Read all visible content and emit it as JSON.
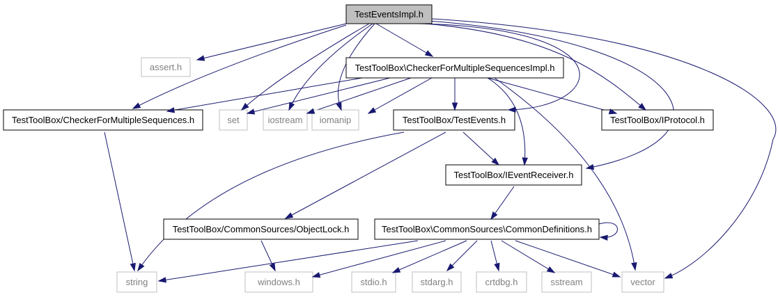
{
  "graph": {
    "nodes": {
      "root": {
        "label": "TestEventsImpl.h",
        "kind": "root"
      },
      "assert": {
        "label": "assert.h",
        "kind": "system"
      },
      "cfmsi": {
        "label": "TestToolBox\\CheckerForMultipleSequencesImpl.h",
        "kind": "project"
      },
      "cfms": {
        "label": "TestToolBox/CheckerForMultipleSequences.h",
        "kind": "project"
      },
      "set": {
        "label": "set",
        "kind": "system"
      },
      "iostream": {
        "label": "iostream",
        "kind": "system"
      },
      "iomanip": {
        "label": "iomanip",
        "kind": "system"
      },
      "testevents": {
        "label": "TestToolBox/TestEvents.h",
        "kind": "project"
      },
      "iprotocol": {
        "label": "TestToolBox/IProtocol.h",
        "kind": "project"
      },
      "ieventreceiver": {
        "label": "TestToolBox/IEventReceiver.h",
        "kind": "project"
      },
      "objectlock": {
        "label": "TestToolBox/CommonSources/ObjectLock.h",
        "kind": "project"
      },
      "commondefs": {
        "label": "TestToolBox\\CommonSources\\CommonDefinitions.h",
        "kind": "project"
      },
      "string": {
        "label": "string",
        "kind": "system"
      },
      "windows": {
        "label": "windows.h",
        "kind": "system"
      },
      "stdio": {
        "label": "stdio.h",
        "kind": "system"
      },
      "stdarg": {
        "label": "stdarg.h",
        "kind": "system"
      },
      "crtdbg": {
        "label": "crtdbg.h",
        "kind": "system"
      },
      "sstream": {
        "label": "sstream",
        "kind": "system"
      },
      "vector": {
        "label": "vector",
        "kind": "system"
      }
    },
    "edges": [
      [
        "root",
        "assert"
      ],
      [
        "root",
        "cfms"
      ],
      [
        "root",
        "cfmsi"
      ],
      [
        "root",
        "set"
      ],
      [
        "root",
        "iostream"
      ],
      [
        "root",
        "iomanip"
      ],
      [
        "root",
        "testevents"
      ],
      [
        "root",
        "iprotocol"
      ],
      [
        "root",
        "ieventreceiver"
      ],
      [
        "root",
        "vector"
      ],
      [
        "cfmsi",
        "cfms"
      ],
      [
        "cfmsi",
        "set"
      ],
      [
        "cfmsi",
        "iostream"
      ],
      [
        "cfmsi",
        "iomanip"
      ],
      [
        "cfmsi",
        "testevents"
      ],
      [
        "cfmsi",
        "ieventreceiver"
      ],
      [
        "cfmsi",
        "iprotocol"
      ],
      [
        "cfmsi",
        "vector"
      ],
      [
        "cfms",
        "string"
      ],
      [
        "testevents",
        "ieventreceiver"
      ],
      [
        "testevents",
        "objectlock"
      ],
      [
        "testevents",
        "string"
      ],
      [
        "ieventreceiver",
        "commondefs"
      ],
      [
        "objectlock",
        "windows"
      ],
      [
        "commondefs",
        "commondefs"
      ],
      [
        "commondefs",
        "string"
      ],
      [
        "commondefs",
        "windows"
      ],
      [
        "commondefs",
        "stdio"
      ],
      [
        "commondefs",
        "stdarg"
      ],
      [
        "commondefs",
        "crtdbg"
      ],
      [
        "commondefs",
        "sstream"
      ],
      [
        "commondefs",
        "vector"
      ]
    ],
    "colors": {
      "edge": "#191970",
      "root_fill": "#bfbfbf",
      "project_border": "#000000",
      "system_border": "#bfbfbf",
      "system_text": "#808080",
      "text": "#000000"
    }
  }
}
